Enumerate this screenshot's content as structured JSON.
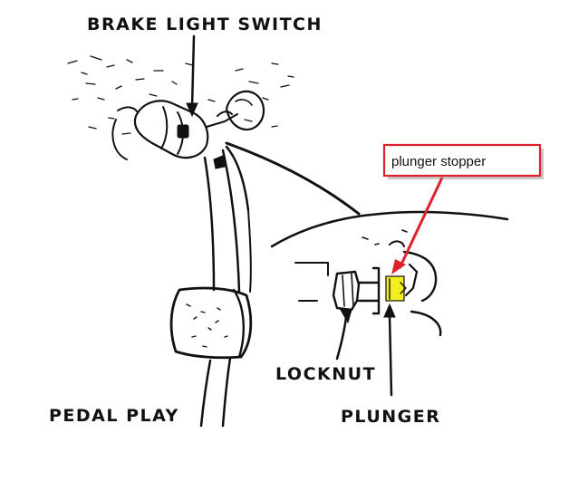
{
  "labels": {
    "brake_light_switch": "BRAKE LIGHT SWITCH",
    "pedal_play": "PEDAL PLAY",
    "locknut": "LOCKNUT",
    "plunger": "PLUNGER"
  },
  "callout": {
    "text": "plunger stopper",
    "border_color": "#e0202a",
    "arrow_color": "#e0202a"
  },
  "highlight": {
    "part": "plunger stopper",
    "color": "#f2ee22"
  },
  "colors": {
    "ink": "#111111",
    "background": "#ffffff"
  }
}
